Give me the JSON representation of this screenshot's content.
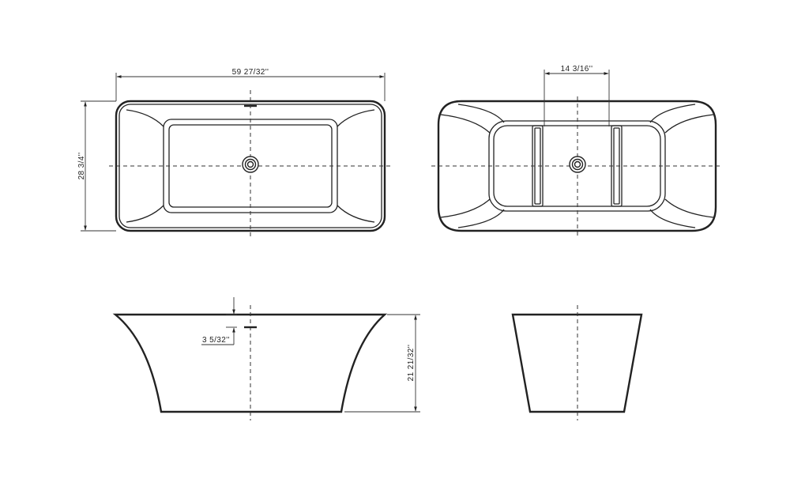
{
  "drawing": {
    "top_view": {
      "length_label": "59 27/32''",
      "width_label": "28 3/4''"
    },
    "bottom_view": {
      "spacing_label": "14 3/16''"
    },
    "front_view": {
      "overflow_height_label": "3 5/32''",
      "height_label": "21 21/32''"
    }
  }
}
